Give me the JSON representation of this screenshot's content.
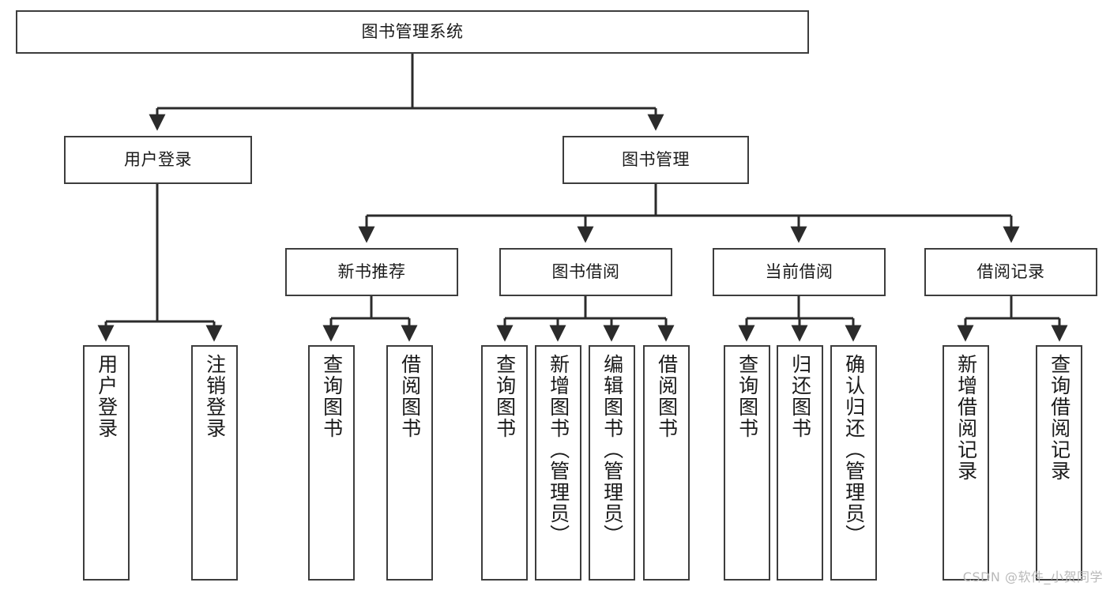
{
  "diagram": {
    "title": "图书管理系统",
    "type": "tree-structure-chart",
    "watermark": "CSDN @软件_小贺同学",
    "colors": {
      "node_border": "#3d3d3d",
      "node_fill": "#ffffff",
      "edge": "#2b2b2b",
      "text": "#1a1a1a",
      "watermark": "#b9b9b9",
      "background": "#ffffff"
    },
    "root": {
      "label": "图书管理系统"
    },
    "level2": [
      {
        "label": "用户登录"
      },
      {
        "label": "图书管理"
      }
    ],
    "level3": [
      {
        "label": "新书推荐"
      },
      {
        "label": "图书借阅"
      },
      {
        "label": "当前借阅"
      },
      {
        "label": "借阅记录"
      }
    ],
    "leaves": {
      "user_login": [
        {
          "label": "用户登录"
        },
        {
          "label": "注销登录"
        }
      ],
      "new_book_recommend": [
        {
          "label": "查询图书"
        },
        {
          "label": "借阅图书"
        }
      ],
      "book_borrow": [
        {
          "label": "查询图书"
        },
        {
          "label": "新增图书（管理员）"
        },
        {
          "label": "编辑图书（管理员）"
        },
        {
          "label": "借阅图书"
        }
      ],
      "current_borrow": [
        {
          "label": "查询图书"
        },
        {
          "label": "归还图书"
        },
        {
          "label": "确认归还（管理员）"
        }
      ],
      "borrow_record": [
        {
          "label": "新增借阅记录"
        },
        {
          "label": "查询借阅记录"
        }
      ]
    }
  }
}
